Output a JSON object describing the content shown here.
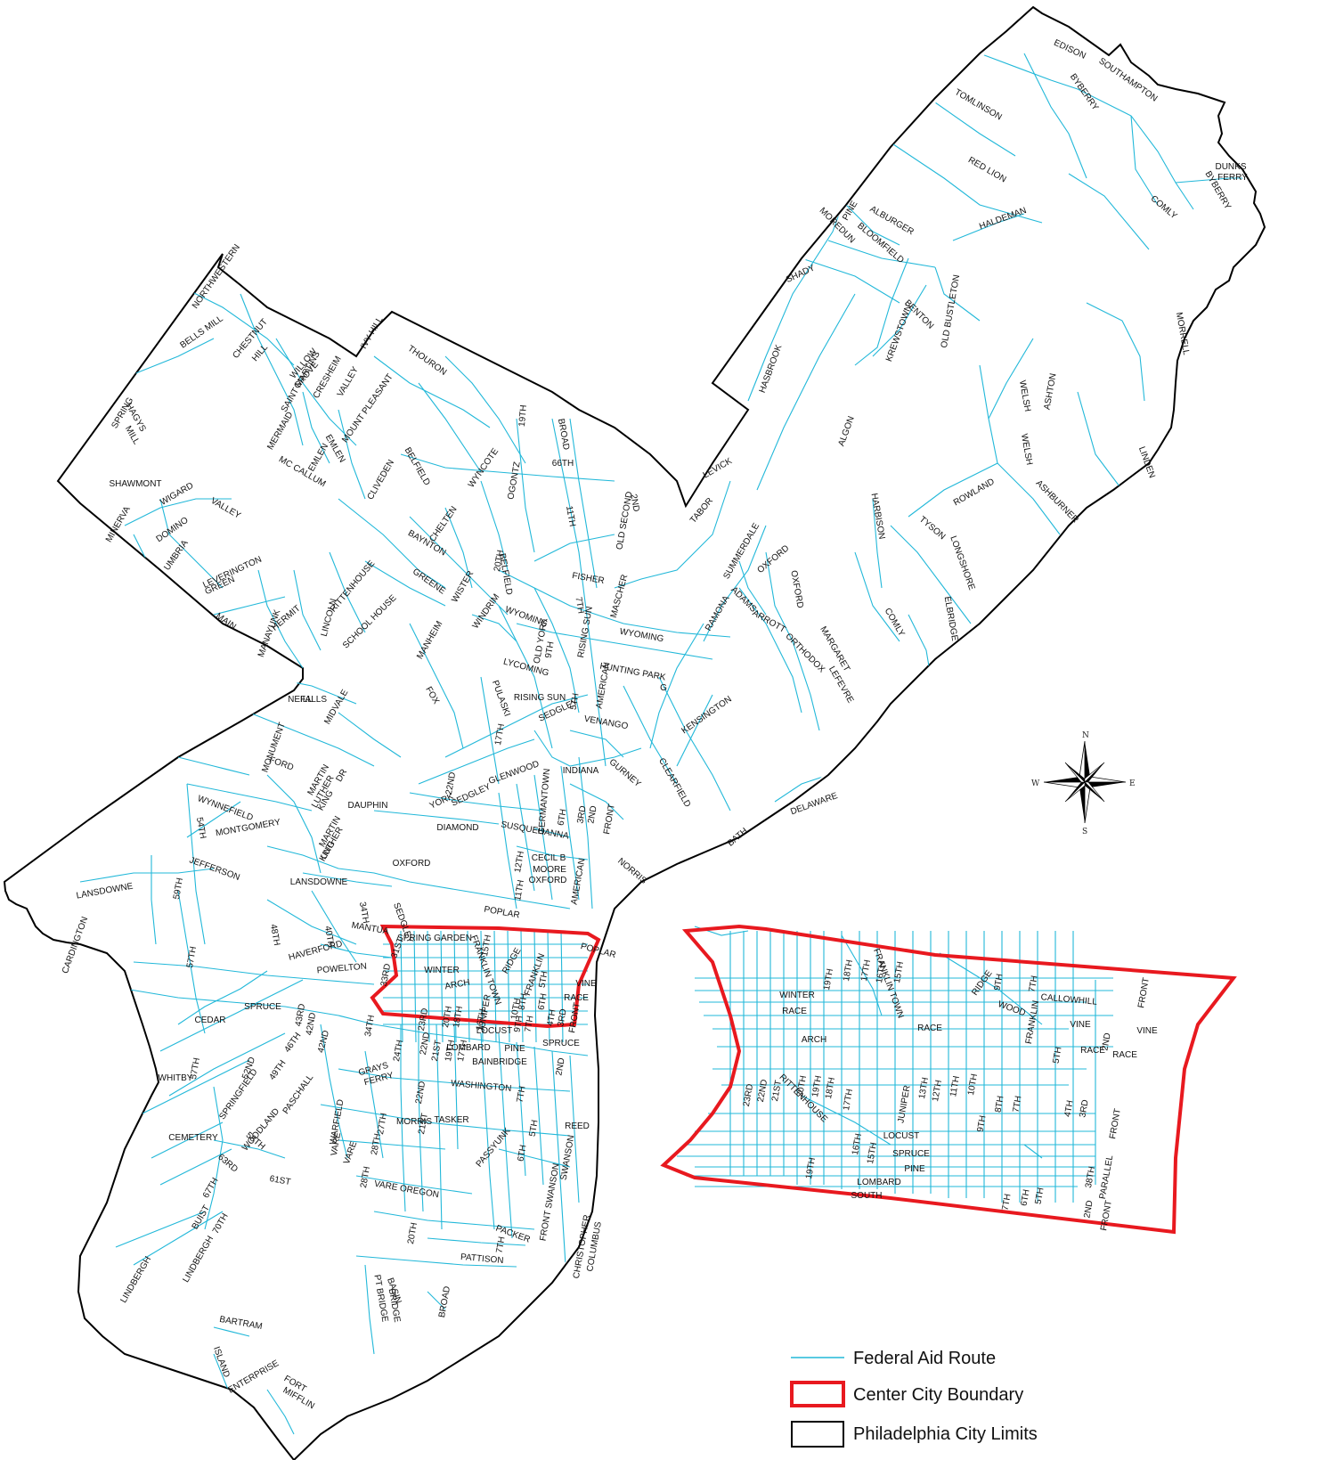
{
  "colors": {
    "route": "#22b8d9",
    "center_city": "#e8191f",
    "city_limits": "#000000",
    "label": "#111111"
  },
  "legend": {
    "items": [
      {
        "label": "Federal Aid Route",
        "icon": "cyan-line-icon"
      },
      {
        "label": "Center City Boundary",
        "icon": "red-box-icon"
      },
      {
        "label": "Philadelphia City Limits",
        "icon": "black-box-icon"
      }
    ]
  },
  "compass": {
    "n": "N",
    "s": "S",
    "e": "E",
    "w": "W"
  },
  "labels": {
    "edison": "EDISON",
    "southampton": "SOUTHAMPTON",
    "byberry": "BYBERRY",
    "tomlinson": "TOMLINSON",
    "dunks": "DUNKS",
    "ferry": "FERRY",
    "byberry2": "BYBERRY",
    "red_lion": "RED LION",
    "comly": "COMLY",
    "haldeman": "HALDEMAN",
    "alburger": "ALBURGER",
    "pine_ne": "PINE",
    "moredun": "MOREDUN",
    "bloomfield": "BLOOMFIELD",
    "shady": "SHADY",
    "krewstown": "KREWSTOWN",
    "benton": "BENTON",
    "old_bustleton": "OLD BUSTLETON",
    "morrell": "MORRELL",
    "hasbrook": "HASBROOK",
    "welsh": "WELSH",
    "ashton": "ASHTON",
    "algon": "ALGON",
    "welsh2": "WELSH",
    "linden": "LINDEN",
    "rowland": "ROWLAND",
    "ashburner": "ASHBURNER",
    "levick": "LEVICK",
    "harbison": "HARBISON",
    "tyson": "TYSON",
    "longshore": "LONGSHORE",
    "tabor": "TABOR",
    "summerdale": "SUMMERDALE",
    "oxford_ne": "OXFORD",
    "oxford_ne2": "OXFORD",
    "ramona": "RAMONA",
    "adams": "ADAMS",
    "arrott": "ARROTT",
    "comly2": "COMLY",
    "elbridge": "ELBRIDGE",
    "margaret": "MARGARET",
    "orthodox": "ORTHODOX",
    "lefevre": "LEFEVRE",
    "kensington": "KENSINGTON",
    "delaware": "DELAWARE",
    "bath": "BATH",
    "northwestern": "NORTHWESTERN",
    "bells_mill": "BELLS MILL",
    "chestnut": "CHESTNUT",
    "hill": "HILL",
    "willow": "WILLOW",
    "grove": "GROVE",
    "saint_martins": "SAINT MARTINS",
    "cresheim": "CRESHEIM",
    "valley": "VALLEY",
    "ivy_hill": "IVY HILL",
    "thouron": "THOURON",
    "mount_pleasant": "MOUNT PLEASANT",
    "spring": "SPRING",
    "hagys": "HAGYS",
    "mill": "MILL",
    "mermaid": "MERMAID",
    "emlen": "EMLEN",
    "emlen2": "EMLEN",
    "mc_callum": "MC CALLUM",
    "cliveden": "CLIVEDEN",
    "belfield": "BELFIELD",
    "wyncote": "WYNCOTE",
    "s19th": "19TH",
    "broad": "BROAD",
    "s66th": "66TH",
    "ogontz": "OGONTZ",
    "shawmont": "SHAWMONT",
    "wigard": "WIGARD",
    "minerva": "MINERVA",
    "domino": "DOMINO",
    "valley2": "VALLEY",
    "umbria": "UMBRIA",
    "chelten": "CHELTEN",
    "bayton": "BAYNTON",
    "s11th": "11TH",
    "second_2nd": "2ND",
    "old_second": "OLD SECOND",
    "leverington": "LEVERINGTON",
    "green": "GREEN",
    "main": "MAIN",
    "manayunk": "MANAYUNK",
    "hermit": "HERMIT",
    "lincoln": "LINCOLN",
    "rittenhouse": "RITTENHOUSE",
    "greene": "GREENE",
    "school_house": "SCHOOL HOUSE",
    "manheim": "MANHEIM",
    "wister": "WISTER",
    "s20th": "20TH",
    "belfield2": "BELFIELD",
    "windrim": "WINDRIM",
    "fisher": "FISHER",
    "mascher": "MASCHER",
    "wyoming": "WYOMING",
    "s7th": "7TH",
    "old_york": "OLD YORK",
    "s9th": "9TH",
    "rising_sun": "RISING SUN",
    "wyoming2": "WYOMING",
    "lycoming": "LYCOMING",
    "hunting_park": "HUNTING PARK",
    "american": "AMERICAN",
    "pulaski": "PULASKI",
    "fox": "FOX",
    "rising_sun2": "RISING SUN",
    "s5th": "5TH",
    "venango": "VENANGO",
    "sedgley": "SEDGLEY",
    "g": "G",
    "s17th": "17TH",
    "neill": "NEILL",
    "falls": "FALLS",
    "midvale": "MIDVALE",
    "monument": "MONUMENT",
    "ford": "FORD",
    "s22nd": "22ND",
    "sedgley2": "SEDGLEY",
    "glenwood": "GLENWOOD",
    "germantown": "GERMANTOWN",
    "indiana": "INDIANA",
    "gurney": "GURNEY",
    "clearfield": "CLEARFIELD",
    "martin": "MARTIN",
    "luther": "LUTHER",
    "king": "KING",
    "dr": "DR",
    "dauphin": "DAUPHIN",
    "york": "YORK",
    "wynnefield": "WYNNEFIELD",
    "montgomery": "MONTGOMERY",
    "martin2": "MARTIN",
    "luther2": "LUTHER",
    "king2": "KING",
    "s54th": "54TH",
    "s6th": "6TH",
    "s3rd": "3RD",
    "s2nd": "2ND",
    "front": "FRONT",
    "diamond": "DIAMOND",
    "susquehanna": "SUSQUEHANNA",
    "jefferson": "JEFFERSON",
    "s12th": "12TH",
    "oxford": "OXFORD",
    "cecil_b": "CECIL B",
    "moore": "MOORE",
    "oxford2": "OXFORD",
    "american2": "AMERICAN",
    "norris": "NORRIS",
    "s11th2": "11TH",
    "lansdowne": "LANSDOWNE",
    "lansdowne2": "LANSDOWNE",
    "s59th": "59TH",
    "cardington": "CARDINGTON",
    "s34th": "34TH",
    "s48th": "48TH",
    "s40th": "40TH",
    "sedgley3": "SEDGLEY",
    "mantua": "MANTUA",
    "poplar": "POPLAR",
    "spring_garden": "SPRING GARDEN",
    "s15th": "15TH",
    "ridge": "RIDGE",
    "franklin_town": "FRANKLIN TOWN",
    "haverford": "HAVERFORD",
    "s31st": "31ST",
    "poplar2": "POPLAR",
    "s57th": "57TH",
    "powelton": "POWELTON",
    "s33rd": "33RD",
    "winter": "WINTER",
    "arch": "ARCH",
    "franklin": "FRANKLIN",
    "s5th2": "5TH",
    "vine": "VINE",
    "race": "RACE",
    "spruce": "SPRUCE",
    "s43rd": "43RD",
    "s42nd": "42ND",
    "s34th2": "34TH",
    "s23rd": "23RD",
    "s20th2": "20TH",
    "s18th": "18TH",
    "s16th": "16TH",
    "juniper": "JUNIPER",
    "s10th": "10TH",
    "s9th2": "9TH",
    "s7th2": "7TH",
    "s4th": "4TH",
    "s3rd2": "3RD",
    "front2": "FRONT",
    "cedar": "CEDAR",
    "s46th": "46TH",
    "s42nd2": "42ND",
    "s19th2": "19TH",
    "s17th2": "17TH",
    "locust": "LOCUST",
    "spruce2": "SPRUCE",
    "s22nd2": "22ND",
    "lombard": "LOMBARD",
    "pine": "PINE",
    "s57th2": "57TH",
    "s52nd": "52ND",
    "s49th": "49TH",
    "grays": "GRAYS",
    "ferry2": "FERRY",
    "bainbridge": "BAINBRIDGE",
    "s2nd2": "2ND",
    "whitby": "WHITBY",
    "springfield": "SPRINGFIELD",
    "paschall": "PASCHALL",
    "s22nd3": "22ND",
    "washington": "WASHINGTON",
    "s7th3": "7TH",
    "warfield": "WARFIELD",
    "woodland": "WOODLAND",
    "s27th": "27TH",
    "s21st": "21ST",
    "s5th3": "5TH",
    "reed": "REED",
    "cemetery": "CEMETERY",
    "s58th": "58TH",
    "s28th": "28TH",
    "morris": "MORRIS",
    "tasker": "TASKER",
    "passyunk": "PASSYUNK",
    "s6th2": "6TH",
    "swanson": "SWANSON",
    "s63rd": "63RD",
    "vare": "VARE",
    "vare2": "VARE",
    "s61st": "61ST",
    "s67th": "67TH",
    "s28th2": "28TH",
    "vare_oregon": "VARE OREGON",
    "front_swanson": "FRONT SWANSON",
    "buist": "BUIST",
    "s70th": "70TH",
    "christopher": "CHRISTOPHER",
    "columbus": "COLUMBUS",
    "packer": "PACKER",
    "s20th3": "20TH",
    "s7th4": "7TH",
    "lindbergh": "LINDBERGH",
    "lindbergh2": "LINDBERGH",
    "pattison": "PATTISON",
    "pt_bridge": "PT BRIDGE",
    "basin": "BASIN",
    "bridge": "BRIDGE",
    "broad2": "BROAD",
    "bartram": "BARTRAM",
    "island": "ISLAND",
    "enterprise": "ENTERPRISE",
    "fort": "FORT",
    "mifflin": "MIFFLIN",
    "s24th": "24TH",
    "s21st2": "21ST",
    "s8th": "8TH",
    "s6th3": "6TH"
  },
  "inset": {
    "labels": {
      "s19th": "19TH",
      "s18th": "18TH",
      "s17th": "17TH",
      "s16th": "16TH",
      "s15th": "15TH",
      "franklin_town": "FRANKLIN TOWN",
      "ridge": "RIDGE",
      "s9th": "9TH",
      "s7th": "7TH",
      "front": "FRONT",
      "winter": "WINTER",
      "race": "RACE",
      "wood": "WOOD",
      "franklin": "FRANKLIN",
      "callowhill": "CALLOWHILL",
      "arch": "ARCH",
      "race2": "RACE",
      "vine": "VINE",
      "vine2": "VINE",
      "s5th": "5TH",
      "s2nd": "2ND",
      "race3": "RACE",
      "race4": "RACE",
      "s23rd": "23RD",
      "s22nd": "22ND",
      "s21st": "21ST",
      "s20th": "20TH",
      "s19th2": "19TH",
      "s18th2": "18TH",
      "s17th2": "17TH",
      "juniper": "JUNIPER",
      "s13th": "13TH",
      "s12th": "12TH",
      "s11th": "11TH",
      "s10th": "10TH",
      "s9th2": "9TH",
      "s8th": "8TH",
      "s7th2": "7TH",
      "s4th": "4TH",
      "s3rd": "3RD",
      "front2": "FRONT",
      "rittenhouse": "RITTENHOUSE",
      "locust": "LOCUST",
      "s16th2": "16TH",
      "s15th2": "15TH",
      "spruce": "SPRUCE",
      "s19th3": "19TH",
      "pine": "PINE",
      "lombard": "LOMBARD",
      "south": "SOUTH",
      "s7th3": "7TH",
      "s6th": "6TH",
      "s5th2": "5TH",
      "s38th": "38TH",
      "parallel": "PARALLEL",
      "s2nd2": "2ND",
      "front3": "FRONT"
    }
  }
}
